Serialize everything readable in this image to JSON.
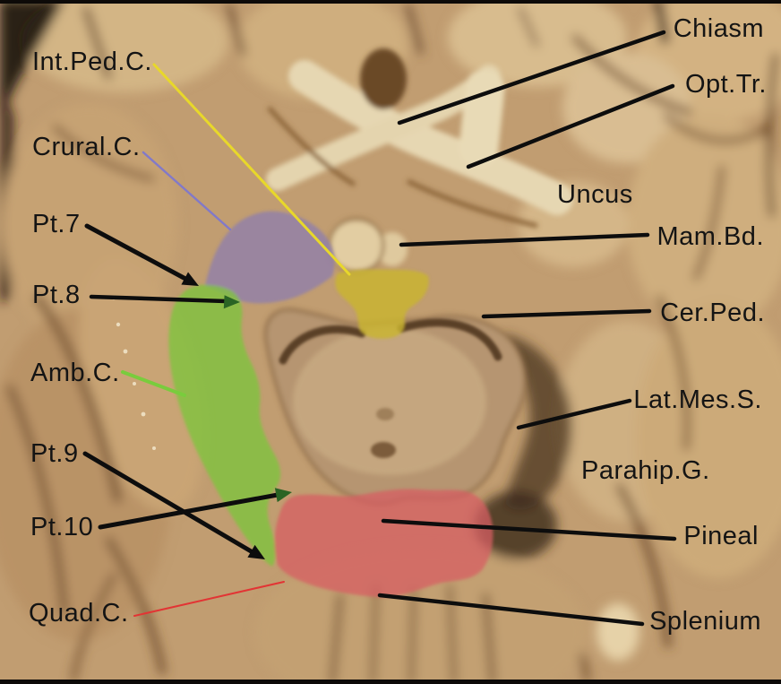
{
  "labels": {
    "int_ped_c": {
      "text": "Int.Ped.C.",
      "line_color": "#e8d82a"
    },
    "crural_c": {
      "text": "Crural.C.",
      "line_color": "#8279c8"
    },
    "pt7": {
      "text": "Pt.7",
      "line_color": "#0d0d0d"
    },
    "pt8": {
      "text": "Pt.8",
      "line_color": "#0d0d0d"
    },
    "amb_c": {
      "text": "Amb.C.",
      "line_color": "#79cc3d"
    },
    "pt9": {
      "text": "Pt.9",
      "line_color": "#0d0d0d"
    },
    "pt10": {
      "text": "Pt.10",
      "line_color": "#0d0d0d"
    },
    "quad_c": {
      "text": "Quad.C.",
      "line_color": "#e23434"
    },
    "chiasm": {
      "text": "Chiasm",
      "line_color": "#0d0d0d"
    },
    "opt_tr": {
      "text": "Opt.Tr.",
      "line_color": "#0d0d0d"
    },
    "uncus": {
      "text": "Uncus"
    },
    "mam_bd": {
      "text": "Mam.Bd.",
      "line_color": "#0d0d0d"
    },
    "cer_ped": {
      "text": "Cer.Ped.",
      "line_color": "#0d0d0d"
    },
    "lat_mes_s": {
      "text": "Lat.Mes.S.",
      "line_color": "#0d0d0d"
    },
    "parahip_g": {
      "text": "Parahip.G."
    },
    "pineal": {
      "text": "Pineal",
      "line_color": "#0d0d0d"
    },
    "splenium": {
      "text": "Splenium",
      "line_color": "#0d0d0d"
    }
  },
  "overlays": {
    "crural_cistern": {
      "color": "#8b7bb2"
    },
    "interpeduncular_cistern": {
      "color": "#c9b52f"
    },
    "ambient_cistern": {
      "color": "#7ec43e"
    },
    "quadrigeminal_cistern": {
      "color": "#d65e63"
    },
    "arrow_green": "#2a6424"
  },
  "label_style": {
    "text_color": "#141414"
  }
}
